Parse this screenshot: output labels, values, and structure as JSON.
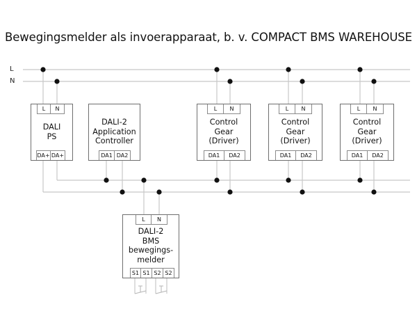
{
  "title": "Bewegingsmelder als invoerapparaat, b. v. COMPACT BMS WAREHOUSE",
  "rails": {
    "l_label": "L",
    "n_label": "N"
  },
  "colors": {
    "wire": "#c8c8c8",
    "dot": "#111111",
    "box_border": "#6e6e6e"
  },
  "devices": {
    "ps": {
      "name": "DALI\nPS",
      "top_terminals": [
        "L",
        "N"
      ],
      "bottom_terminals": [
        "DA+",
        "DA+"
      ]
    },
    "controller": {
      "name": "DALI-2\nApplication\nController",
      "bottom_terminals": [
        "DA1",
        "DA2"
      ]
    },
    "drivers": [
      {
        "name": "Control\nGear\n(Driver)",
        "top_terminals": [
          "L",
          "N"
        ],
        "bottom_terminals": [
          "DA1",
          "DA2"
        ]
      },
      {
        "name": "Control\nGear\n(Driver)",
        "top_terminals": [
          "L",
          "N"
        ],
        "bottom_terminals": [
          "DA1",
          "DA2"
        ]
      },
      {
        "name": "Control\nGear\n(Driver)",
        "top_terminals": [
          "L",
          "N"
        ],
        "bottom_terminals": [
          "DA1",
          "DA2"
        ]
      }
    ],
    "bms": {
      "name": "DALI-2\nBMS\nbewegings-\nmelder",
      "top_terminals": [
        "L",
        "N"
      ],
      "bottom_terminals": [
        "S1",
        "S1",
        "S2",
        "S2"
      ]
    }
  }
}
